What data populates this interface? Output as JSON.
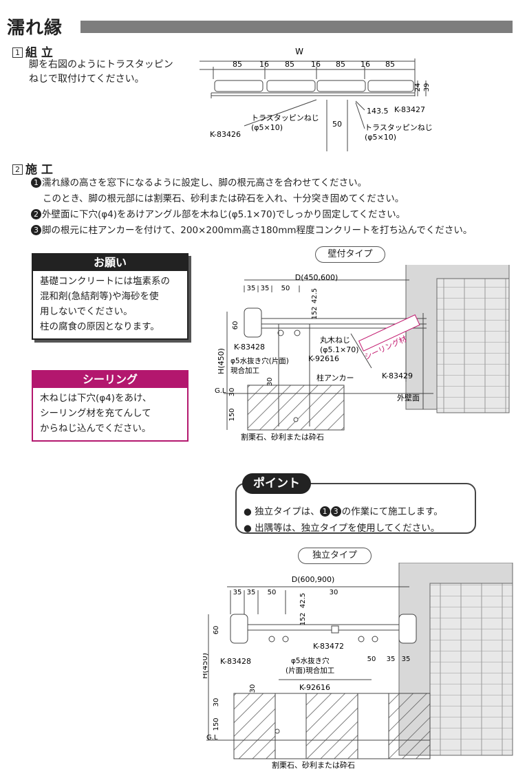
{
  "header": {
    "title": "濡れ縁"
  },
  "section1": {
    "number": "1",
    "title": "組 立",
    "lines": [
      "脚を右図のようにトラスタッピン",
      "ねじで取付けてください。"
    ]
  },
  "assembly": {
    "w_label": "W",
    "widths": [
      "85",
      "16",
      "85",
      "16",
      "85",
      "16",
      "85"
    ],
    "heights": [
      "24",
      "39"
    ],
    "offset": "143.5",
    "leg": "50",
    "parts": {
      "k83426": "K-83426",
      "k83427": "K-83427",
      "screw1": "トラスタッピンねじ",
      "screw1_size": "(φ5×10)",
      "screw2": "トラスタッピンねじ",
      "screw2_size": "(φ5×10)"
    }
  },
  "section2": {
    "number": "2",
    "title": "施 工",
    "steps": [
      {
        "mark": "1",
        "text": "濡れ縁の高さを窓下になるように設定し、脚の根元高さを合わせてください。"
      },
      {
        "mark": "",
        "text": "このとき、脚の根元部には割栗石、砂利または砕石を入れ、十分突き固めてください。"
      },
      {
        "mark": "2",
        "text": "外壁面に下穴(φ4)をあけアングル部を木ねじ(φ5.1×70)でしっかり固定してください。"
      },
      {
        "mark": "3",
        "text": "脚の根元に柱アンカーを付けて、200×200mm高さ180mm程度コンクリートを打ち込んでください。"
      }
    ]
  },
  "onegai": {
    "title": "お願い",
    "lines": [
      "基礎コンクリートには塩素系の",
      "混和剤(急結剤等)や海砂を使",
      "用しないでください。",
      "柱の腐食の原因となります。"
    ]
  },
  "sealing": {
    "title": "シーリング",
    "lines": [
      "木ねじは下穴(φ4)をあけ、",
      "シーリング材を充てんして",
      "からねじ込んでください。"
    ]
  },
  "wall_type": {
    "label": "壁付タイプ",
    "d_label": "D(450,600)",
    "dims": [
      "35",
      "35",
      "50"
    ],
    "h_label": "H(450)",
    "vert": [
      "60",
      "152",
      "42.5",
      "30",
      "30",
      "150"
    ],
    "parts": {
      "k83428": "K-83428",
      "hole": "φ5水抜き穴(片面)",
      "hole2": "現合加工",
      "k92616": "K-92616",
      "anchor": "柱アンカー",
      "screw": "丸木ねじ",
      "screw_size": "(φ5.1×70)",
      "seal": "シーリング材",
      "k83429": "K-83429",
      "wall": "外壁面",
      "gl": "G.L",
      "gravel": "割栗石、砂利または砕石"
    }
  },
  "point": {
    "badge": "ポイント",
    "line1_a": "独立タイプは、",
    "line1_m1": "1",
    "line1_m2": "3",
    "line1_b": "の作業にて施工します。",
    "line2": "出隅等は、独立タイプを使用してください。"
  },
  "free_type": {
    "label": "独立タイプ",
    "d_label": "D(600,900)",
    "dims_left": [
      "35",
      "35",
      "50"
    ],
    "dim_mid": "30",
    "dims_right": [
      "50",
      "35",
      "35"
    ],
    "h_label": "H(450)",
    "vert": [
      "60",
      "152",
      "42.5",
      "30",
      "30",
      "150"
    ],
    "parts": {
      "k83428": "K-83428",
      "k83472": "K-83472",
      "hole": "φ5水抜き穴",
      "hole2": "(片面)現合加工",
      "k92616": "K-92616",
      "gl": "G.L",
      "gravel": "割栗石、砂利または砕石"
    }
  }
}
